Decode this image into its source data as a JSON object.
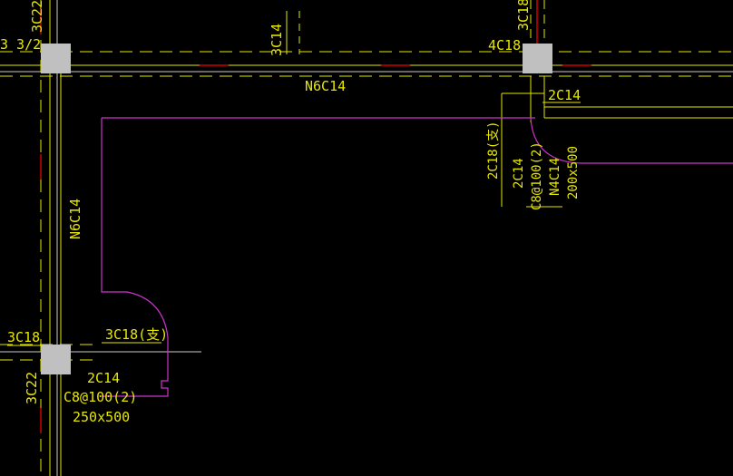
{
  "colors": {
    "background": "#000000",
    "annotation": "#e6e600",
    "beam_line": "#e6e600",
    "dashed": "#e6e600",
    "slab_outline": "#cc33cc",
    "column_fill": "#c0c0c0",
    "axis": "#d00000",
    "white_line": "#cccccc"
  },
  "labels": {
    "tl_3c22": "3C22",
    "tl_3_2": "3 3/2",
    "top_3c14": "3C14",
    "top_3c18": "3C18",
    "top_4c18": "4C18",
    "beam_n6c14_top": "N6C14",
    "right_2c14": "2C14",
    "right_2c18_sub": "2C18(支)",
    "right_2c14_v": "2C14",
    "right_c8": "C8@100(2)",
    "right_n4c14": "N4C14",
    "right_size": "200x500",
    "left_n6c14": "N6C14",
    "bl_3c18": "3C18",
    "bl_3c18_sub": "3C18(支)",
    "bl_3c22": "3C22",
    "bl_2c14": "2C14",
    "bl_c8": "C8@100(2)",
    "bl_size": "250x500"
  }
}
